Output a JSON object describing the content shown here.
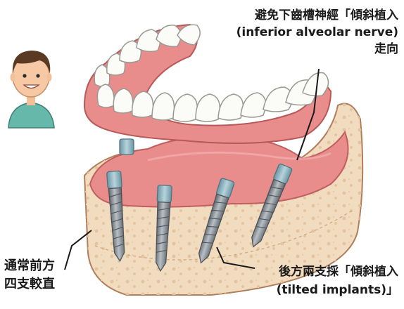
{
  "labels": {
    "nerve": {
      "line1": "避免下齒槽神經「傾斜植入",
      "line2": "(inferior alveolar nerve)",
      "line3": "走向"
    },
    "front": {
      "line1": "通常前方",
      "line2": "四支較直"
    },
    "tilted": {
      "line1": "後方兩支採「傾斜植入",
      "line2": "(tilted implants)」"
    }
  },
  "colors": {
    "gum": "#e88c8c",
    "gum_dark": "#d06a6a",
    "bone": "#f2dcc0",
    "bone_texture": "#e0c098",
    "tooth": "#fbfbf7",
    "implant": "#8a9298",
    "abutment": "#8fb4c0",
    "skin": "#f6c9a4",
    "hair": "#5a3a22",
    "shirt": "#66b8aa"
  }
}
